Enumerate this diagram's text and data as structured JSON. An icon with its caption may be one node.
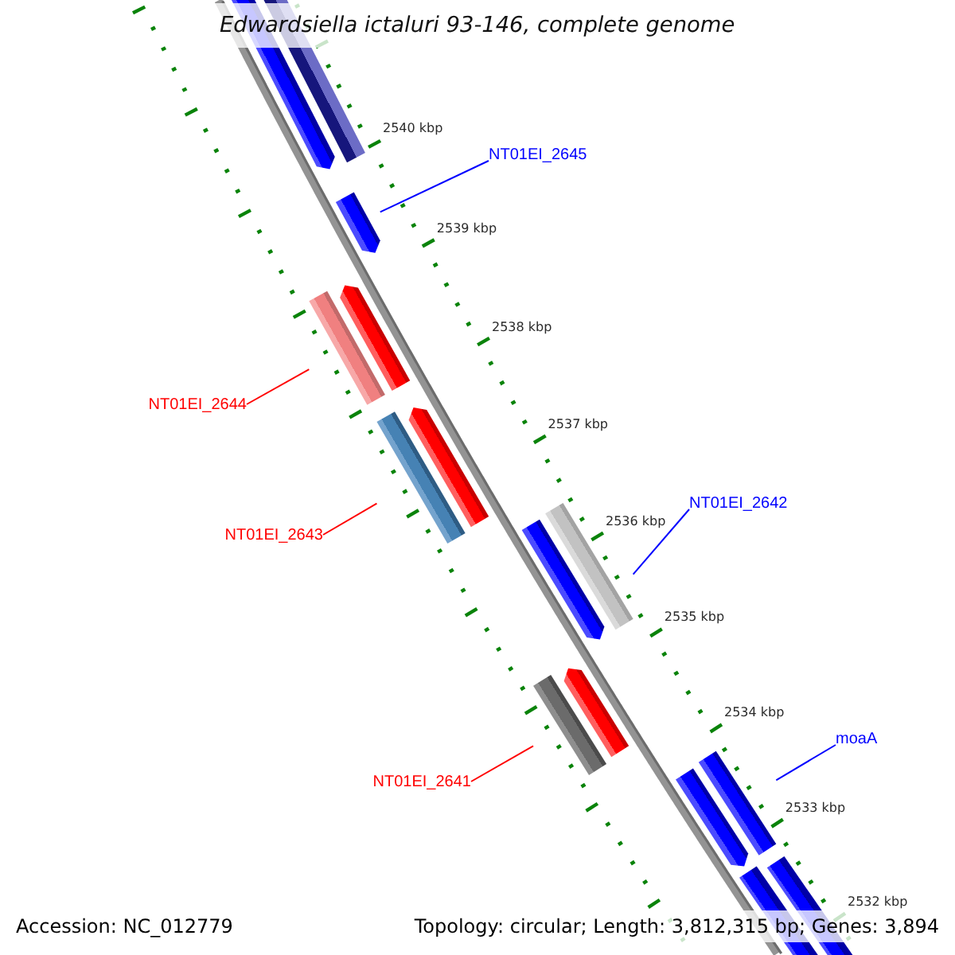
{
  "diagram": {
    "title": "Edwardsiella ictaluri 93-146, complete genome",
    "nodes": [
      {
        "text": [],
        "shape": "arrow"
      },
      {
        "text": [],
        "shape": "bar"
      },
      {
        "text": [
          "NT01EI_2645"
        ]
      },
      {
        "text": [],
        "shape": "arrow"
      },
      {
        "text": [],
        "shape": "arrow"
      },
      {
        "text": [],
        "shape": "bar"
      },
      {
        "text": [
          "NT01EI_2644"
        ]
      },
      {
        "text": [],
        "shape": "arrow"
      },
      {
        "text": [],
        "shape": "bar"
      },
      {
        "text": [
          "NT01EI_2642"
        ]
      },
      {
        "text": [],
        "shape": "bar"
      },
      {
        "text": [],
        "shape": "arrow"
      },
      {
        "text": [
          "NT01EI_2643"
        ]
      },
      {
        "text": [],
        "shape": "arrow"
      },
      {
        "text": [],
        "shape": "bar"
      },
      {
        "text": [
          "moaA"
        ]
      },
      {
        "text": [],
        "shape": "bar"
      },
      {
        "text": [],
        "shape": "arrow"
      },
      {
        "text": [
          "NT01EI_2641"
        ]
      },
      {
        "text": [],
        "shape": "bar"
      },
      {
        "text": [],
        "shape": "arrow"
      }
    ],
    "edges": [
      {
        "from": 2,
        "to": 3,
        "arrow": "none",
        "color": "#0000ff"
      },
      {
        "from": 6,
        "to": 5,
        "arrow": "none",
        "color": "#ff0000"
      },
      {
        "from": 9,
        "to": 10,
        "arrow": "none",
        "color": "#0000ff"
      },
      {
        "from": 12,
        "to": 8,
        "arrow": "none",
        "color": "#ff0000"
      },
      {
        "from": 15,
        "to": 16,
        "arrow": "none",
        "color": "#0000ff"
      },
      {
        "from": 18,
        "to": 14,
        "arrow": "none",
        "color": "#ff0000"
      }
    ],
    "labels": [
      "2540 kbp",
      "2539 kbp",
      "2538 kbp",
      "2537 kbp",
      "2536 kbp",
      "2535 kbp",
      "2534 kbp",
      "2533 kbp",
      "2532 kbp",
      "Accession: NC_012779",
      "Topology: circular; Length: 3,812,315 bp; Genes: 3,894"
    ]
  }
}
